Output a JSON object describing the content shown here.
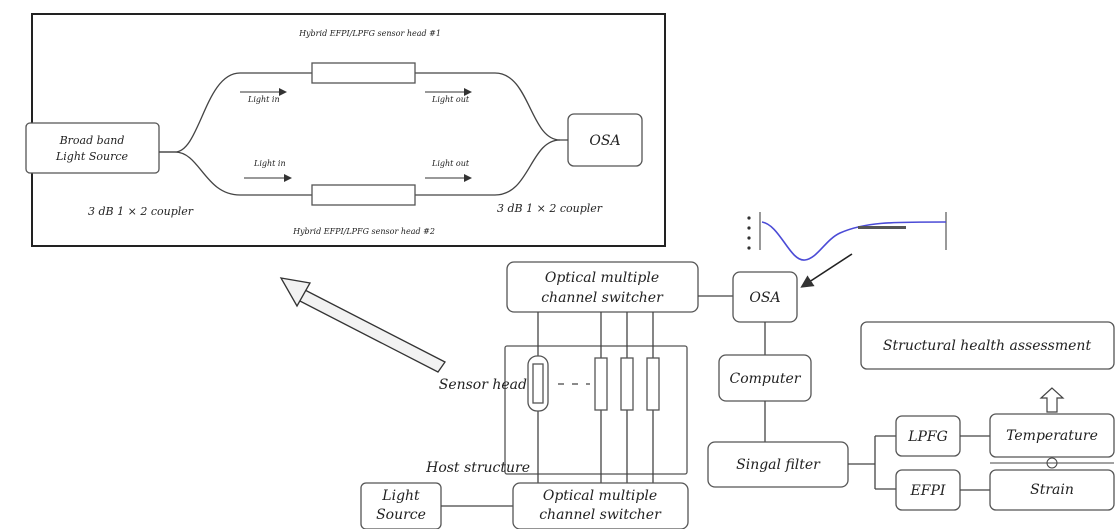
{
  "inset": {
    "top_sensor_label": "Hybrid EFPI/LPFG sensor head #1",
    "bottom_sensor_label": "Hybrid EFPI/LPFG sensor head #2",
    "source_line1": "Broad band",
    "source_line2": "Light Source",
    "osa_label": "OSA",
    "light_in_top": "Light in",
    "light_out_top": "Light out",
    "light_in_bottom": "Light in",
    "light_out_bottom": "Light out",
    "coupler_left": "3 dB 1 × 2 coupler",
    "coupler_right": "3 dB 1 × 2 coupler"
  },
  "system": {
    "switcher_top_line1": "Optical multiple",
    "switcher_top_line2": "channel switcher",
    "osa_label": "OSA",
    "computer_label": "Computer",
    "sensor_head_label": "Sensor head",
    "host_structure_label": "Host structure",
    "light_source_line1": "Light",
    "light_source_line2": "Source",
    "switcher_bottom_line1": "Optical multiple",
    "switcher_bottom_line2": "channel switcher",
    "filter_label": "Singal filter",
    "lpfg_label": "LPFG",
    "efpi_label": "EFPI",
    "temperature_label": "Temperature",
    "strain_label": "Strain",
    "assessment_label": "Structural health assessment"
  }
}
